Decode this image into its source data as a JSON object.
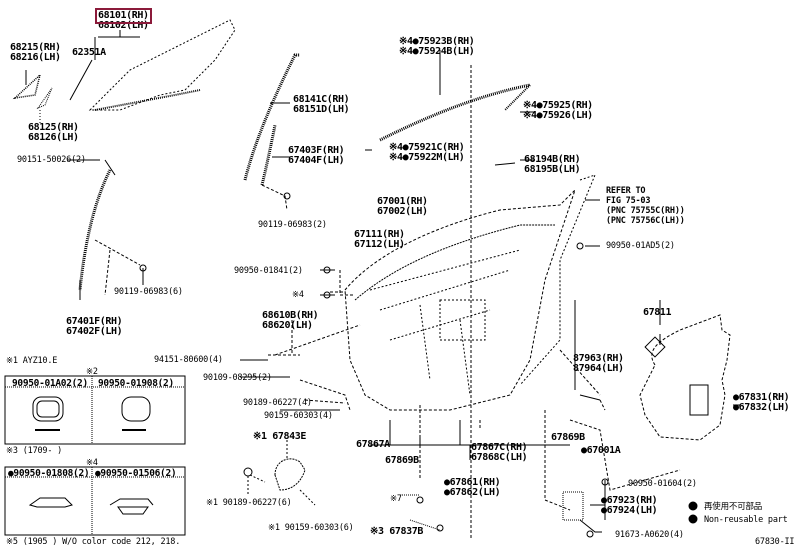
{
  "diagram": {
    "title": "Front Door Panel & Glass Parts Diagram",
    "figure_code": "67830-II",
    "highlighted_part": "68101(RH)",
    "accent_color": "#8b1a3a",
    "labels": {
      "glass": {
        "rh": "68101(RH)",
        "lh": "68102(LH)"
      },
      "p68215": {
        "rh": "68215(RH)",
        "lh": "68216(LH)"
      },
      "p62351A": "62351A",
      "p68125": {
        "rh": "68125(RH)",
        "lh": "68126(LH)"
      },
      "p90151": "90151-50026(2)",
      "p68141": {
        "rh": "68141C(RH)",
        "lh": "68151D(LH)"
      },
      "p67403": {
        "rh": "67403F(RH)",
        "lh": "67404F(LH)"
      },
      "p90119a": "90119-06983(2)",
      "p90119b": "90119-06983(6)",
      "p67401": {
        "rh": "67401F(RH)",
        "lh": "67402F(LH)"
      },
      "p75923": {
        "rh": "※4●75923B(RH)",
        "lh": "※4●75924B(LH)"
      },
      "p75925": {
        "rh": "※4●75925(RH)",
        "lh": "※4●75926(LH)"
      },
      "p75921": {
        "rh": "※4●75921C(RH)",
        "lh": "※4●75922M(LH)"
      },
      "p68194": {
        "rh": "68194B(RH)",
        "lh": "68195B(LH)"
      },
      "refer": {
        "line1": "REFER TO",
        "line2": "FIG 75-03",
        "line3": "(PNC 75755C(RH))",
        "line4": "(PNC 75756C(LH))"
      },
      "p90950_01ad5": "90950-01AD5(2)",
      "p67001": {
        "rh": "67001(RH)",
        "lh": "67002(LH)"
      },
      "p67111": {
        "rh": "67111(RH)",
        "lh": "67112(LH)"
      },
      "p90950_01841": "90950-01841(2)",
      "p_x4": "※4",
      "p68610": {
        "rh": "68610B(RH)",
        "lh": "68620(LH)"
      },
      "p94151": "94151-80600(4)",
      "p90109": "90109-08295(2)",
      "p90189_4": "90189-06227(4)",
      "p90159_4": "90159-60303(4)",
      "p67843E": "※1 67843E",
      "p90189_6": "※1 90189-06227(6)",
      "p90159_6": "※1 90159-60303(6)",
      "p67867A": "67867A",
      "p67869B_l": "67869B",
      "p67867C": {
        "rh": "67867C(RH)",
        "lh": "67868C(LH)"
      },
      "p67869B_r": "67869B",
      "p67001A": "●67001A",
      "p67861": {
        "rh": "●67861(RH)",
        "lh": "●67862(LH)"
      },
      "p_x7": "※7",
      "p67837B": "※3 67837B",
      "p67811": "67811",
      "p87963": {
        "rh": "87963(RH)",
        "lh": "87964(LH)"
      },
      "p67831": {
        "rh": "●67831(RH)",
        "lh": "●67832(LH)"
      },
      "p90950_01604": "90950-01604(2)",
      "p67923": {
        "rh": "●67923(RH)",
        "lh": "●67924(LH)"
      },
      "p91673": "91673-A0620(4)"
    },
    "legend": {
      "jp": "再使用不可部品",
      "en": "Non-reusable part"
    },
    "notes": {
      "n1": "※1 AYZ10.E",
      "n2": "※2",
      "n3": "※3 (1709-      )",
      "n4": "※4",
      "n5": "※5 (1905      ) W/O color code 212, 218."
    },
    "table_top": {
      "left": "90950-01A02(2)",
      "right": "90950-01908(2)"
    },
    "table_bottom": {
      "left": "●90950-01808(2)",
      "right": "●90950-01506(2)"
    }
  }
}
